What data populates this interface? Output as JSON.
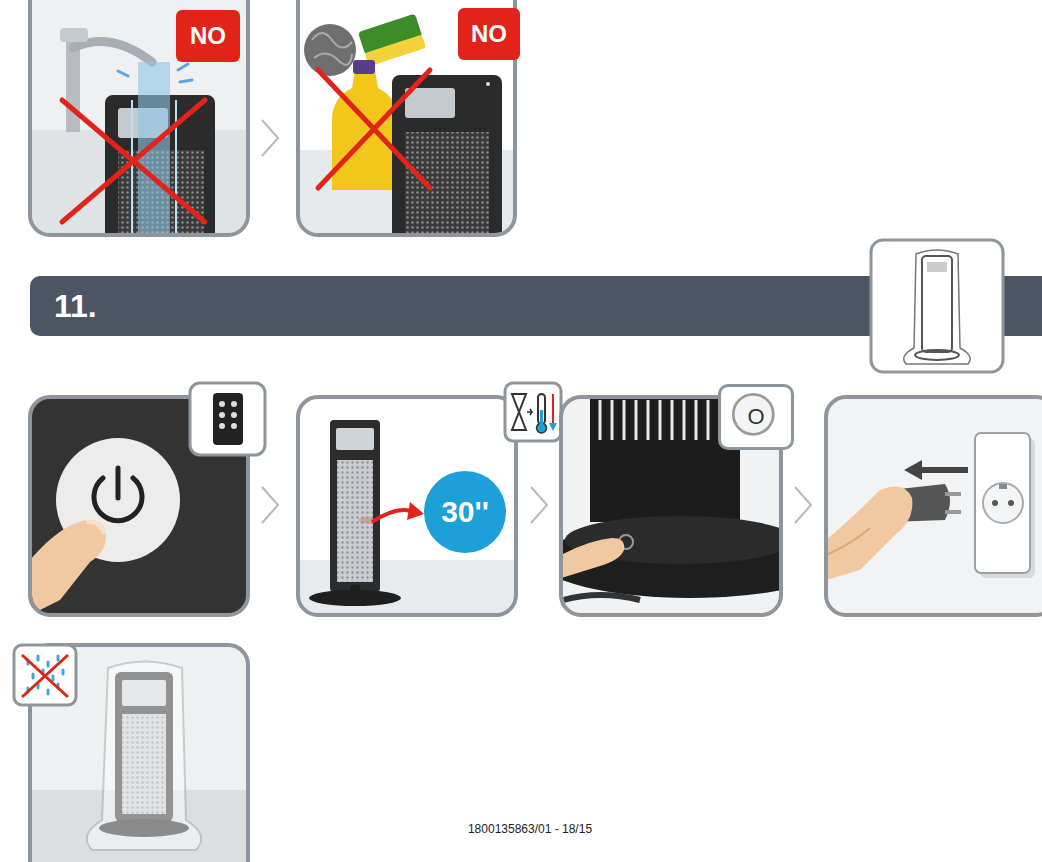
{
  "diagram": {
    "nodes": [
      {
        "text": [
          "NO"
        ]
      },
      {
        "text": [
          "NO"
        ]
      },
      {
        "text": [
          "11."
        ]
      },
      {
        "text": [
          "30''"
        ]
      },
      {
        "text": [
          "O"
        ]
      }
    ],
    "labels": [
      "1800135863/01 - 18/15"
    ]
  }
}
